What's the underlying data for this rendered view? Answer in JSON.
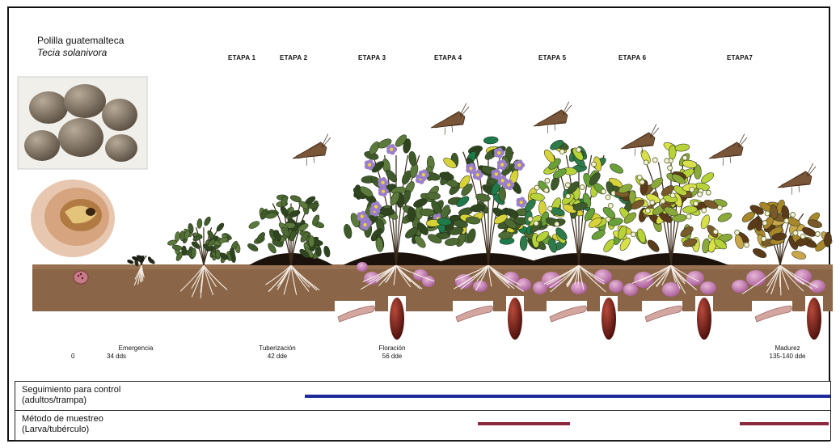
{
  "title": {
    "line1": "Polilla guatemalteca",
    "line2": "Tecia solanivora"
  },
  "stages": [
    "ETAPA 1",
    "ETAPA 2",
    "ETAPA 3",
    "ETAPA 4",
    "ETAPA 5",
    "ETAPA 6",
    "ETAPA7"
  ],
  "milestones": {
    "zero": "0",
    "emergencia": {
      "label": "Emergencia",
      "days": "34 dds"
    },
    "tuberizacion": {
      "label": "Tuberización",
      "days": "42 dde"
    },
    "floracion": {
      "label": "Floración",
      "days": "56 dde"
    },
    "madurez": {
      "label": "Madurez",
      "days": "135-140 dde"
    }
  },
  "rows": {
    "control": {
      "line1": "Seguimiento para control",
      "line2": "(adultos/trampa)",
      "color": "#1f2a9a"
    },
    "muestreo": {
      "line1": "Método de muestreo",
      "line2": "(Larva/tubérculo)",
      "color": "#8b2a3e"
    }
  },
  "colors": {
    "soil": "#8a6547",
    "leaf_dark": "#3f5a2a",
    "leaf_light": "#b8d23a",
    "flower": "#9b7fc8",
    "tuber": "#c07ab0",
    "pupa": "#6e1d1a",
    "moth": "#7a5638"
  }
}
